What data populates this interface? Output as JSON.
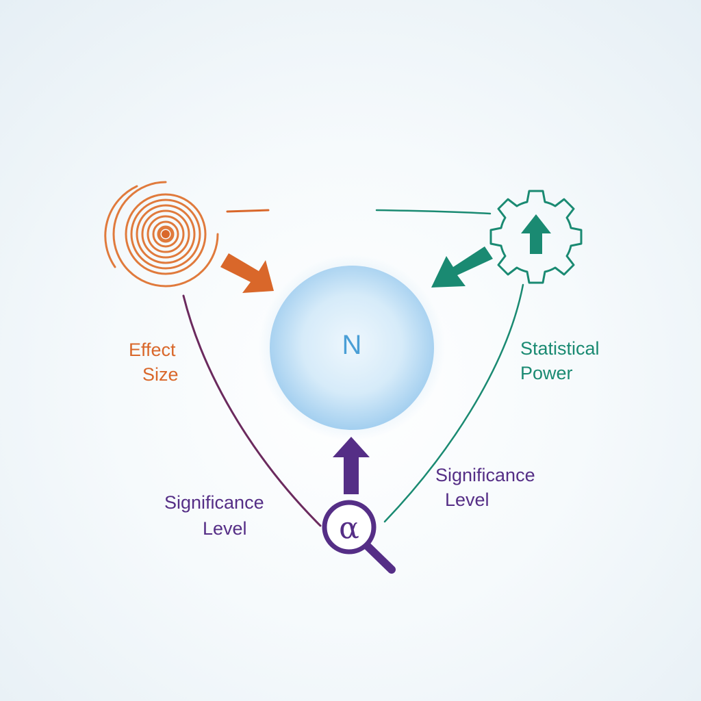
{
  "center": {
    "label": "N"
  },
  "factors": {
    "effect_size": {
      "line1": "Effect",
      "line2": "Size",
      "icon": "spiral-icon"
    },
    "statistical_power": {
      "line1": "Statistical",
      "line2": "Power",
      "icon": "gear-up-arrow-icon"
    },
    "significance_left": {
      "line1": "Significance",
      "line2": "Level"
    },
    "significance_right": {
      "line1": "Significance",
      "line2": "Level"
    },
    "alpha": {
      "symbol": "α",
      "icon": "magnifying-glass-icon"
    }
  },
  "colors": {
    "effect_size": "#d9672a",
    "statistical_power": "#1a8a72",
    "significance": "#552e86",
    "center_text": "#4a9fd6",
    "sphere_core": "#e8f4fc",
    "sphere_edge": "#9ccbee"
  }
}
